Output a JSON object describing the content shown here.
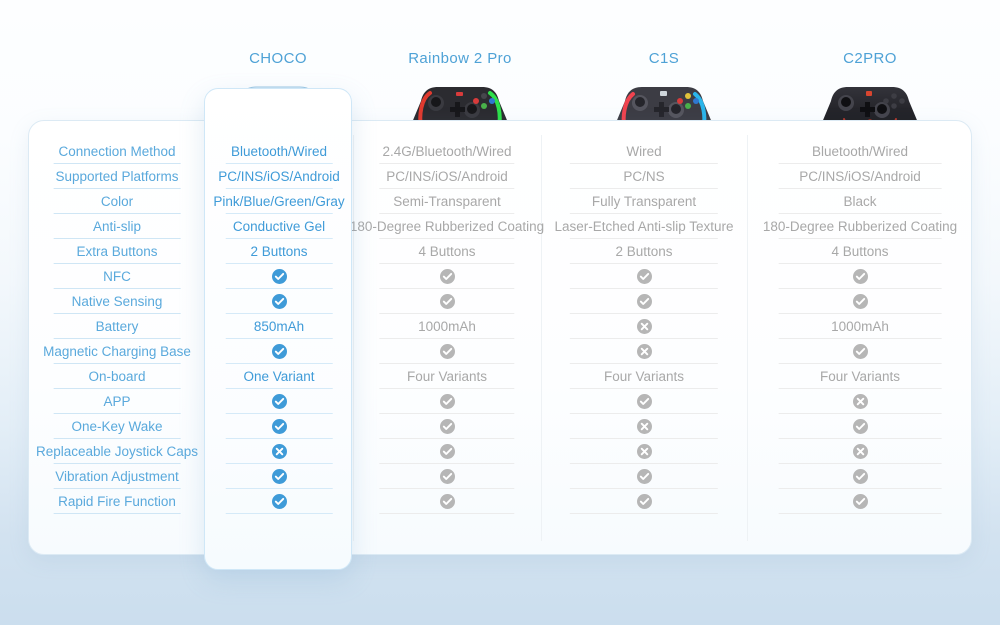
{
  "page": {
    "title": "Game Controller Comparison Table",
    "accent_blue": "#3f9bd8",
    "label_blue": "#5aa9dc",
    "muted_gray": "#a8a8a8",
    "background_top": "#fdfeff",
    "background_bottom": "#cbdeee"
  },
  "feature_labels": [
    "Connection Method",
    "Supported Platforms",
    "Color",
    "Anti-slip",
    "Extra Buttons",
    "NFC",
    "Native Sensing",
    "Battery",
    "Magnetic Charging Base",
    "On-board",
    "APP",
    "One-Key Wake",
    "Replaceable Joystick Caps",
    "Vibration Adjustment",
    "Rapid Fire Function"
  ],
  "products": [
    {
      "name": "CHOCO",
      "highlighted": true,
      "icon_name": "controller-choco-blue",
      "values": [
        "Bluetooth/Wired",
        "PC/INS/iOS/Android",
        "Pink/Blue/Green/Gray",
        "Conductive Gel",
        "2 Buttons",
        "check",
        "check",
        "850mAh",
        "check",
        "One Variant",
        "check",
        "check",
        "cross",
        "check",
        "check"
      ]
    },
    {
      "name": "Rainbow 2 Pro",
      "highlighted": false,
      "icon_name": "controller-rainbow2pro-rgb",
      "values": [
        "2.4G/Bluetooth/Wired",
        "PC/INS/iOS/Android",
        "Semi-Transparent",
        "180-Degree Rubberized Coating",
        "4 Buttons",
        "check",
        "check",
        "1000mAh",
        "check",
        "Four Variants",
        "check",
        "check",
        "check",
        "check",
        "check"
      ]
    },
    {
      "name": "C1S",
      "highlighted": false,
      "icon_name": "controller-c1s-transparent",
      "values": [
        "Wired",
        "PC/NS",
        "Fully Transparent",
        "Laser-Etched Anti-slip Texture",
        "2 Buttons",
        "check",
        "check",
        "cross",
        "cross",
        "Four Variants",
        "check",
        "cross",
        "cross",
        "check",
        "check"
      ]
    },
    {
      "name": "C2PRO",
      "highlighted": false,
      "icon_name": "controller-c2pro-black",
      "values": [
        "Bluetooth/Wired",
        "PC/INS/iOS/Android",
        "Black",
        "180-Degree Rubberized Coating",
        "4 Buttons",
        "check",
        "check",
        "1000mAh",
        "check",
        "Four Variants",
        "cross",
        "check",
        "cross",
        "check",
        "check"
      ]
    }
  ]
}
